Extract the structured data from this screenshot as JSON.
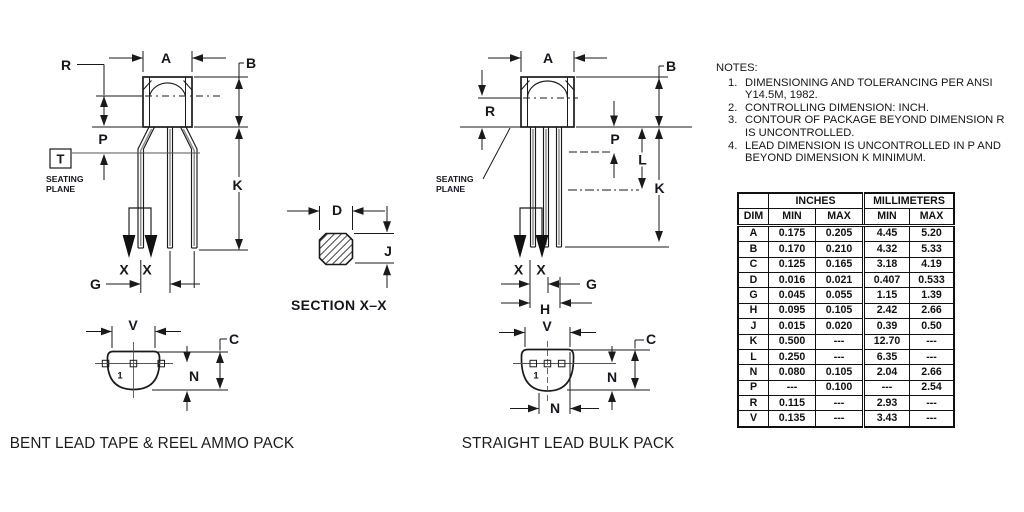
{
  "figures": {
    "bent": {
      "caption": "BENT LEAD TAPE & REEL AMMO PACK",
      "seating": [
        "SEATING",
        "PLANE"
      ],
      "labels": {
        "a": "A",
        "b": "B",
        "r": "R",
        "p": "P",
        "k": "K",
        "g": "G",
        "t": "T",
        "x1": "X",
        "x2": "X",
        "v": "V",
        "c": "C",
        "n": "N",
        "pin1": "1"
      }
    },
    "section": {
      "caption": "SECTION X–X",
      "labels": {
        "d": "D",
        "j": "J"
      }
    },
    "straight": {
      "caption": "STRAIGHT LEAD BULK PACK",
      "seating": [
        "SEATING",
        "PLANE"
      ],
      "labels": {
        "a": "A",
        "b": "B",
        "r": "R",
        "p": "P",
        "l": "L",
        "k": "K",
        "g": "G",
        "h": "H",
        "x1": "X",
        "x2": "X",
        "v": "V",
        "c": "C",
        "n": "N",
        "n2": "N",
        "pin1": "1"
      }
    }
  },
  "notes": {
    "title": "NOTES:",
    "items": [
      {
        "num": "1.",
        "text": "DIMENSIONING AND TOLERANCING PER ANSI Y14.5M, 1982."
      },
      {
        "num": "2.",
        "text": "CONTROLLING DIMENSION: INCH."
      },
      {
        "num": "3.",
        "text": "CONTOUR OF PACKAGE BEYOND DIMENSION R IS UNCONTROLLED."
      },
      {
        "num": "4.",
        "text": "LEAD DIMENSION IS UNCONTROLLED IN P AND BEYOND DIMENSION K MINIMUM."
      }
    ]
  },
  "table": {
    "group_headers": {
      "inches": "INCHES",
      "millimeters": "MILLIMETERS"
    },
    "col_headers": {
      "dim": "DIM",
      "min1": "MIN",
      "max1": "MAX",
      "min2": "MIN",
      "max2": "MAX"
    },
    "rows": [
      [
        "A",
        "0.175",
        "0.205",
        "4.45",
        "5.20"
      ],
      [
        "B",
        "0.170",
        "0.210",
        "4.32",
        "5.33"
      ],
      [
        "C",
        "0.125",
        "0.165",
        "3.18",
        "4.19"
      ],
      [
        "D",
        "0.016",
        "0.021",
        "0.407",
        "0.533"
      ],
      [
        "G",
        "0.045",
        "0.055",
        "1.15",
        "1.39"
      ],
      [
        "H",
        "0.095",
        "0.105",
        "2.42",
        "2.66"
      ],
      [
        "J",
        "0.015",
        "0.020",
        "0.39",
        "0.50"
      ],
      [
        "K",
        "0.500",
        "---",
        "12.70",
        "---"
      ],
      [
        "L",
        "0.250",
        "---",
        "6.35",
        "---"
      ],
      [
        "N",
        "0.080",
        "0.105",
        "2.04",
        "2.66"
      ],
      [
        "P",
        "---",
        "0.100",
        "---",
        "2.54"
      ],
      [
        "R",
        "0.115",
        "---",
        "2.93",
        "---"
      ],
      [
        "V",
        "0.135",
        "---",
        "3.43",
        "---"
      ]
    ]
  }
}
